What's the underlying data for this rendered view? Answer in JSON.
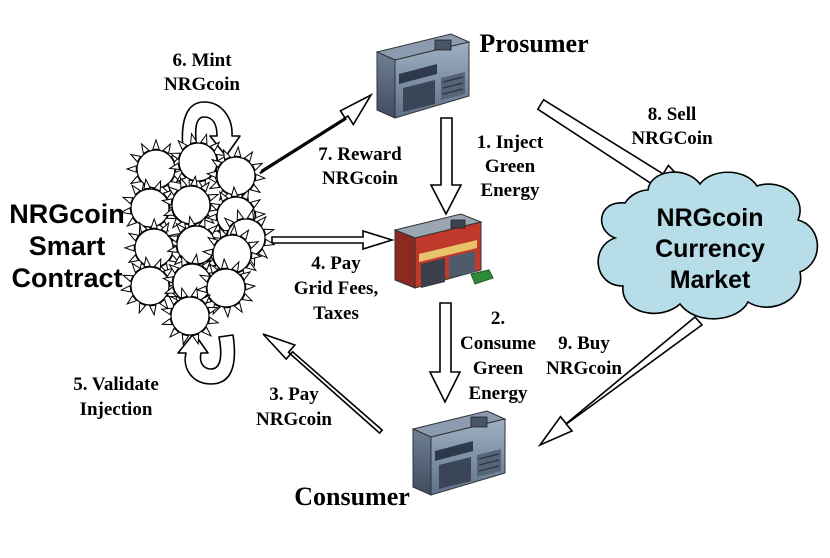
{
  "entities": {
    "prosumer": "Prosumer",
    "consumer": "Consumer",
    "contract": [
      "NRGcoin",
      "Smart",
      "Contract"
    ],
    "market": [
      "NRGcoin",
      "Currency",
      "Market"
    ]
  },
  "icons": {
    "prosumer_building": "building-icon",
    "substation": "store-building-icon",
    "consumer_building": "building-icon",
    "contract_network": "gear-cluster-icon",
    "market_cloud": "cloud-icon"
  },
  "steps": {
    "inject": [
      "1. Inject",
      "Green",
      "Energy"
    ],
    "consume": [
      "2.",
      "Consume",
      "Green",
      "Energy"
    ],
    "pay": [
      "3. Pay",
      "NRGcoin"
    ],
    "fees": [
      "4. Pay",
      "Grid Fees,",
      "Taxes"
    ],
    "validate": [
      "5. Validate",
      "Injection"
    ],
    "mint": [
      "6. Mint",
      "NRGcoin"
    ],
    "reward": [
      "7. Reward",
      "NRGcoin"
    ],
    "sell": [
      "8. Sell",
      "NRGCoin"
    ],
    "buy": [
      "9. Buy",
      "NRGcoin"
    ]
  },
  "colors": {
    "cloud_fill": "#b7dde8",
    "building_body": "#7d8fa3",
    "store_red": "#c0392b",
    "arrow_fill": "#ffffff",
    "outline": "#000000"
  }
}
